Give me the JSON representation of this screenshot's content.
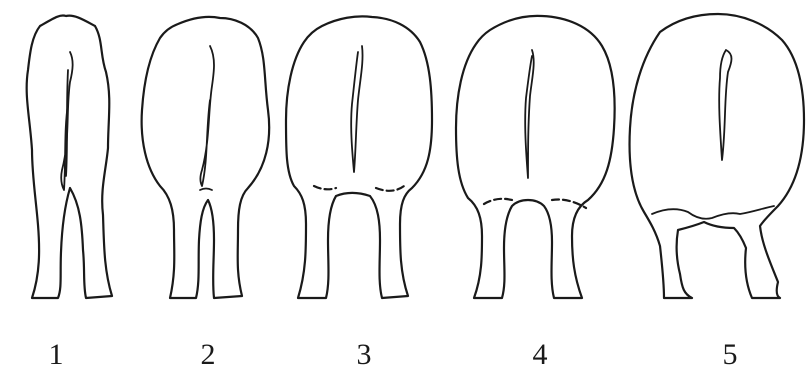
{
  "figure": {
    "panels": [
      {
        "label": "1",
        "score": 1
      },
      {
        "label": "2",
        "score": 2
      },
      {
        "label": "3",
        "score": 3
      },
      {
        "label": "4",
        "score": 4
      },
      {
        "label": "5",
        "score": 5
      }
    ]
  }
}
